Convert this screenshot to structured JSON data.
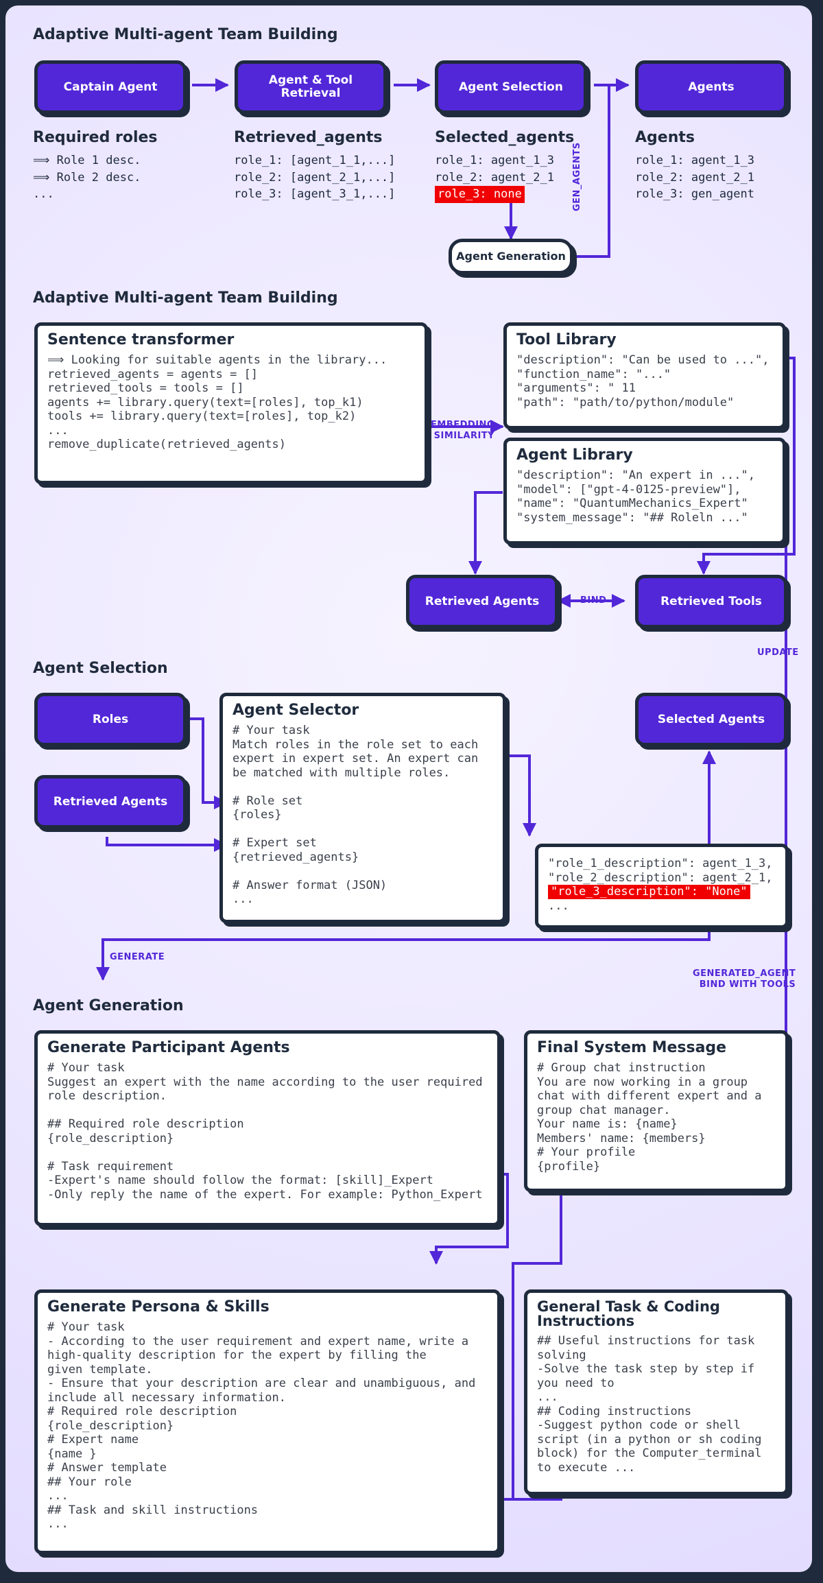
{
  "section1": {
    "title": "Adaptive Multi-agent Team Building",
    "nodes": {
      "captain": "Captain Agent",
      "retrieval": "Agent & Tool Retrieval",
      "selection": "Agent Selection",
      "agents": "Agents",
      "generation": "Agent Generation"
    },
    "columns": [
      {
        "title": "Required roles",
        "lines": [
          "⟹ Role 1 desc.",
          "⟹ Role 2 desc.",
          "..."
        ]
      },
      {
        "title": "Retrieved_agents",
        "lines": [
          "role_1: [agent_1_1,...]",
          "role_2: [agent_2_1,...]",
          "role_3: [agent_3_1,...]"
        ]
      },
      {
        "title": "Selected_agents",
        "lines": [
          "role_1: agent_1_3",
          "role_2: agent_2_1",
          "role_3: none"
        ]
      },
      {
        "title": "Agents",
        "lines": [
          "role_1: agent_1_3",
          "role_2: agent_2_1",
          "role_3: gen_agent"
        ]
      }
    ],
    "edge_gen_agents": "GEN_AGENTS"
  },
  "section2": {
    "title": "Adaptive Multi-agent Team Building",
    "sentence_transformer": {
      "title": "Sentence transformer",
      "lines": [
        "⟹ Looking for suitable agents in the library...",
        "retrieved_agents = agents = []",
        "retrieved_tools = tools = []",
        "agents += library.query(text=[roles], top_k1)",
        "tools += library.query(text=[roles], top_k2)",
        "...",
        "remove_duplicate(retrieved_agents)"
      ]
    },
    "tool_library": {
      "title": "Tool Library",
      "lines": [
        "\"description\": \"Can be used to ...\",",
        "\"function_name\": \"...\"",
        "\"arguments\": \" 11",
        "\"path\": \"path/to/python/module\""
      ]
    },
    "agent_library": {
      "title": "Agent Library",
      "lines": [
        "\"description\": \"An expert in ...\",",
        "\"model\": [\"gpt-4-0125-preview\"],",
        "\"name\": \"QuantumMechanics_Expert\"",
        "\"system_message\": \"## Roleln ...\""
      ]
    },
    "retrieved_agents": "Retrieved Agents",
    "retrieved_tools": "Retrieved Tools",
    "edge_embedding": [
      "EMBEDDING",
      "SIMILARITY"
    ],
    "edge_bind": "BIND",
    "edge_update": "UPDATE"
  },
  "section3": {
    "title": "Agent Selection",
    "roles": "Roles",
    "retrieved_agents": "Retrieved Agents",
    "selected_agents": "Selected Agents",
    "agent_selector": {
      "title": "Agent Selector",
      "lines": [
        "# Your task",
        "Match roles in the role set to each",
        "expert in expert set. An expert can",
        "be matched with multiple roles.",
        "",
        "# Role set",
        "{roles}",
        "",
        "# Expert set",
        "{retrieved_agents}",
        "",
        "# Answer format (JSON)",
        "..."
      ]
    },
    "result_lines": [
      "\"role_1_description\": agent_1_3,",
      "\"role_2_description\": agent_2_1,",
      "\"role_3_description\": \"None\"",
      "..."
    ],
    "edge_generate": "GENERATE",
    "edge_generated": [
      "GENERATED_AGENT",
      "BIND WITH TOOLS"
    ]
  },
  "section4": {
    "title": "Agent Generation",
    "participants": {
      "title": "Generate Participant Agents",
      "lines": [
        "# Your task",
        "Suggest an expert with the name according to the user required",
        "role description.",
        "",
        "## Required role description",
        "{role_description}",
        "",
        "# Task requirement",
        "-Expert's name should follow the format: [skill]_Expert",
        "-Only reply the name of the expert. For example: Python_Expert"
      ]
    },
    "final_message": {
      "title": "Final System Message",
      "lines": [
        "# Group chat instruction",
        "You are now working in a group",
        "chat with different expert and a",
        "group chat manager.",
        "Your name is: {name}",
        "Members' name: {members}",
        "# Your profile",
        "{profile}"
      ]
    },
    "persona": {
      "title": "Generate Persona & Skills",
      "lines": [
        "# Your task",
        "- According to the user requirement and expert name, write a",
        "high-quality description for the expert by filling the",
        "given template.",
        "- Ensure that your description are clear and unambiguous, and",
        "include all necessary information.",
        "# Required role description",
        "{role_description}",
        "# Expert name",
        "{name }",
        "# Answer template",
        "## Your role",
        "...",
        "## Task and skill instructions",
        "..."
      ]
    },
    "coding": {
      "title": "General Task & Coding Instructions",
      "lines": [
        "## Useful instructions for task",
        "solving",
        "-Solve the task step by step if",
        "you need to",
        "...",
        "## Coding instructions",
        "-Suggest python code or shell",
        "script (in a python or sh coding",
        "block) for the Computer_terminal",
        "to execute ..."
      ]
    }
  },
  "colors": {
    "accent": "#5227d8",
    "outline": "#1f2b3d",
    "highlight": "#f00000"
  }
}
